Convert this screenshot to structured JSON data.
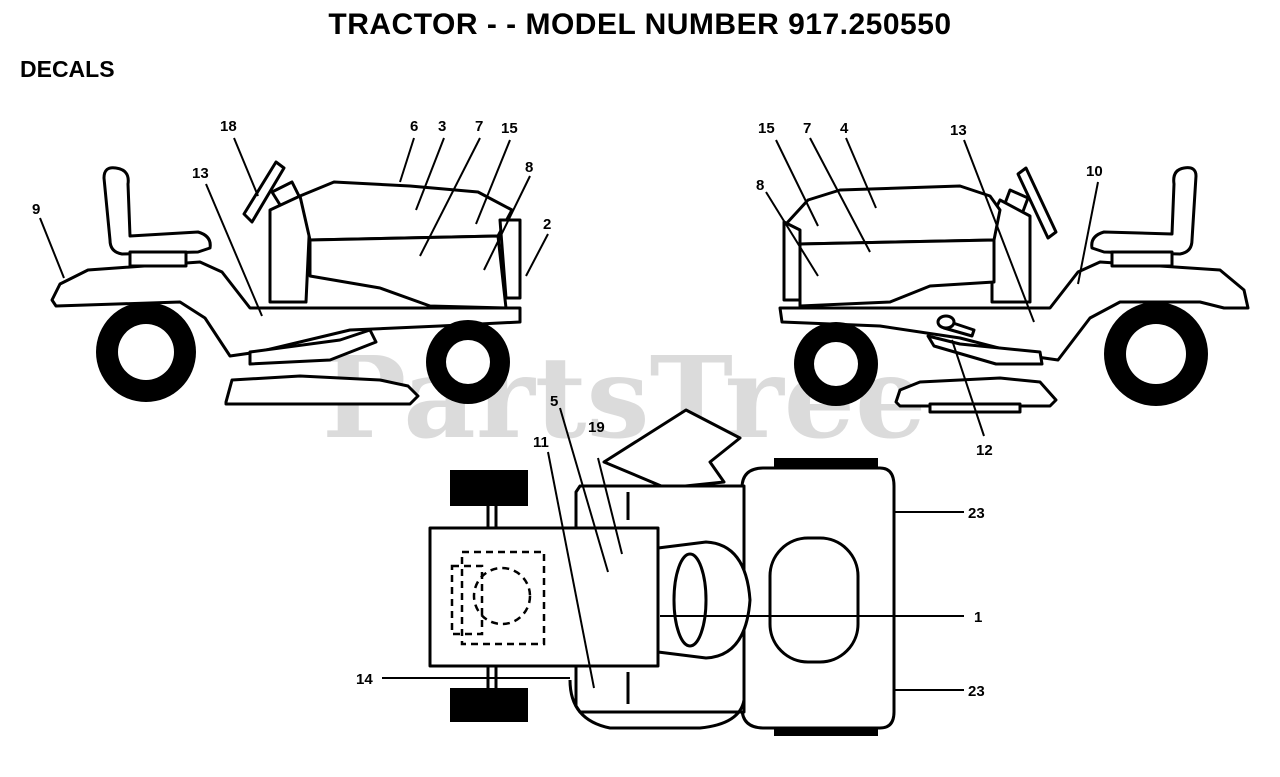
{
  "header": {
    "title": "TRACTOR - - MODEL NUMBER 917.250550",
    "section": "DECALS"
  },
  "watermark": "PartsTree",
  "colors": {
    "ink": "#000000",
    "paper": "#ffffff",
    "watermark": "#bdbdbd"
  },
  "callouts": {
    "left_view": [
      "18",
      "6",
      "3",
      "7",
      "15",
      "8",
      "13",
      "9",
      "2"
    ],
    "right_view": [
      "15",
      "7",
      "4",
      "13",
      "10",
      "8",
      "12"
    ],
    "top_view": [
      "5",
      "19",
      "11",
      "23",
      "1",
      "14",
      "23"
    ]
  }
}
